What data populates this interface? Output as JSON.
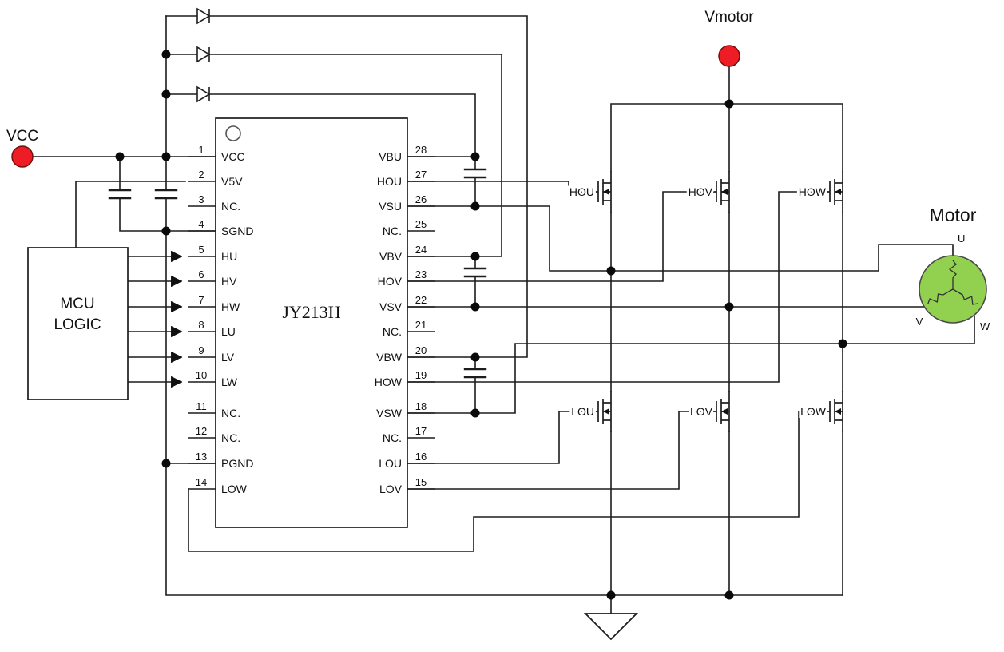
{
  "ic": {
    "name": "JY213H",
    "left_pins": [
      {
        "num": "1",
        "label": "VCC"
      },
      {
        "num": "2",
        "label": "V5V"
      },
      {
        "num": "3",
        "label": "NC."
      },
      {
        "num": "4",
        "label": "SGND"
      },
      {
        "num": "5",
        "label": "HU"
      },
      {
        "num": "6",
        "label": "HV"
      },
      {
        "num": "7",
        "label": "HW"
      },
      {
        "num": "8",
        "label": "LU"
      },
      {
        "num": "9",
        "label": "LV"
      },
      {
        "num": "10",
        "label": "LW"
      },
      {
        "num": "11",
        "label": "NC."
      },
      {
        "num": "12",
        "label": "NC."
      },
      {
        "num": "13",
        "label": "PGND"
      },
      {
        "num": "14",
        "label": "LOW"
      }
    ],
    "right_pins": [
      {
        "num": "28",
        "label": "VBU"
      },
      {
        "num": "27",
        "label": "HOU"
      },
      {
        "num": "26",
        "label": "VSU"
      },
      {
        "num": "25",
        "label": "NC."
      },
      {
        "num": "24",
        "label": "VBV"
      },
      {
        "num": "23",
        "label": "HOV"
      },
      {
        "num": "22",
        "label": "VSV"
      },
      {
        "num": "21",
        "label": "NC."
      },
      {
        "num": "20",
        "label": "VBW"
      },
      {
        "num": "19",
        "label": "HOW"
      },
      {
        "num": "18",
        "label": "VSW"
      },
      {
        "num": "17",
        "label": "NC."
      },
      {
        "num": "16",
        "label": "LOU"
      },
      {
        "num": "15",
        "label": "LOV"
      }
    ]
  },
  "mcu": {
    "line1": "MCU",
    "line2": "LOGIC"
  },
  "power": {
    "vcc": "VCC",
    "vmotor": "Vmotor",
    "terminal_color": "#ee1c25"
  },
  "mosfets": {
    "hou": "HOU",
    "hov": "HOV",
    "how": "HOW",
    "lou": "LOU",
    "lov": "LOV",
    "low": "LOW"
  },
  "motor": {
    "label": "Motor",
    "u": "U",
    "v": "V",
    "w": "W",
    "color": "#92d050"
  }
}
